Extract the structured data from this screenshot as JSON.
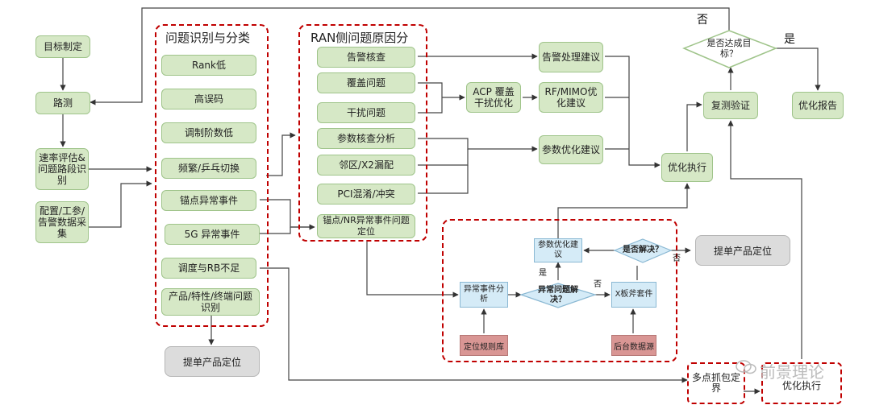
{
  "sections": {
    "identify_title": "问题识别与分类",
    "ran_title": "RAN侧问题原因分"
  },
  "left_flow": {
    "goal": "目标制定",
    "drive_test": "路测",
    "rate_eval": "速率评估&问题路段识别",
    "config_collect": "配置/工参/告警数据采集"
  },
  "identify_items": [
    "Rank低",
    "高误码",
    "调制阶数低",
    "频繁/乒乓切换",
    "锚点异常事件",
    "5G 异常事件",
    "调度与RB不足",
    "产品/特性/终端问题识别"
  ],
  "ran_items": [
    "告警核查",
    "覆盖问题",
    "干扰问题",
    "参数核查分析",
    "邻区/X2漏配",
    "PCI混淆/冲突",
    "锚点/NR异常事件问题定位"
  ],
  "mid": {
    "acp": "ACP 覆盖干扰优化",
    "alarm_advice": "告警处理建议",
    "rf_advice": "RF/MIMO优化建议",
    "param_advice": "参数优化建议",
    "optimize_exec": "优化执行",
    "recheck": "复测验证",
    "report": "优化报告",
    "goal_reached": "是否达成目标？",
    "product_locate_1": "提单产品定位",
    "product_locate_2": "提单产品定位"
  },
  "anomaly": {
    "analysis": "异常事件分析",
    "solved_q": "异常问题解决？",
    "x_tool": "X板斧套件",
    "param_advice": "参数优化建议",
    "solved_q2": "是否解决？",
    "rule_lib": "定位规则库",
    "backend_src": "后台数据源"
  },
  "bottom": {
    "multi_point": "多点抓包定界",
    "opt_exec": "优化执行"
  },
  "labels": {
    "no_top": "否",
    "yes_right": "是",
    "yes_mid": "是",
    "no_mid": "否",
    "no_right": "否"
  },
  "watermark": "前景理论",
  "colors": {
    "green_fill": "#d6e8c6",
    "dash_red": "#c00000",
    "grey_fill": "#dcdcdc",
    "blue_fill": "#d5ebf7",
    "red_fill": "#d99694"
  }
}
